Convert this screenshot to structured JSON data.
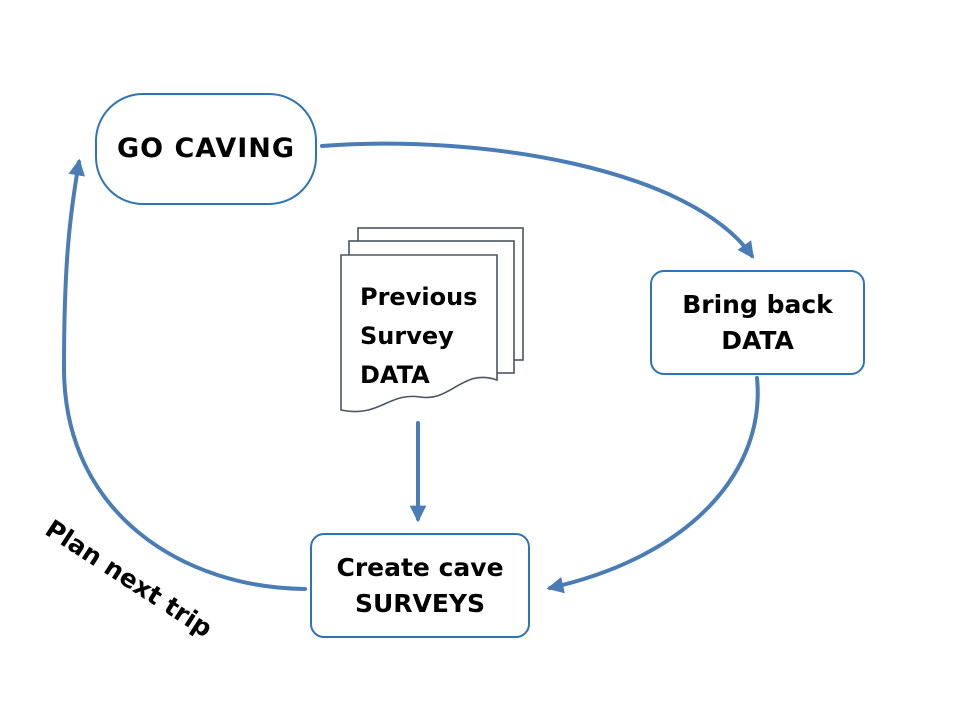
{
  "diagram": {
    "title_hint": "Cave surveying workflow cycle",
    "nodes": {
      "go_caving": {
        "lines": [
          "GO CAVING"
        ]
      },
      "bring_back": {
        "lines": [
          "Bring back",
          "DATA"
        ]
      },
      "create_surveys": {
        "lines": [
          "Create cave",
          "SURVEYS"
        ]
      },
      "previous_survey_doc": {
        "lines": [
          "Previous",
          "Survey",
          "DATA"
        ]
      }
    },
    "edge_labels": {
      "plan_next_trip": "Plan next trip"
    },
    "colors": {
      "arrow": "#4a7cb5",
      "node_border": "#2e75b6",
      "doc_border": "#4a5560",
      "text": "#000000",
      "background": "#ffffff"
    }
  }
}
